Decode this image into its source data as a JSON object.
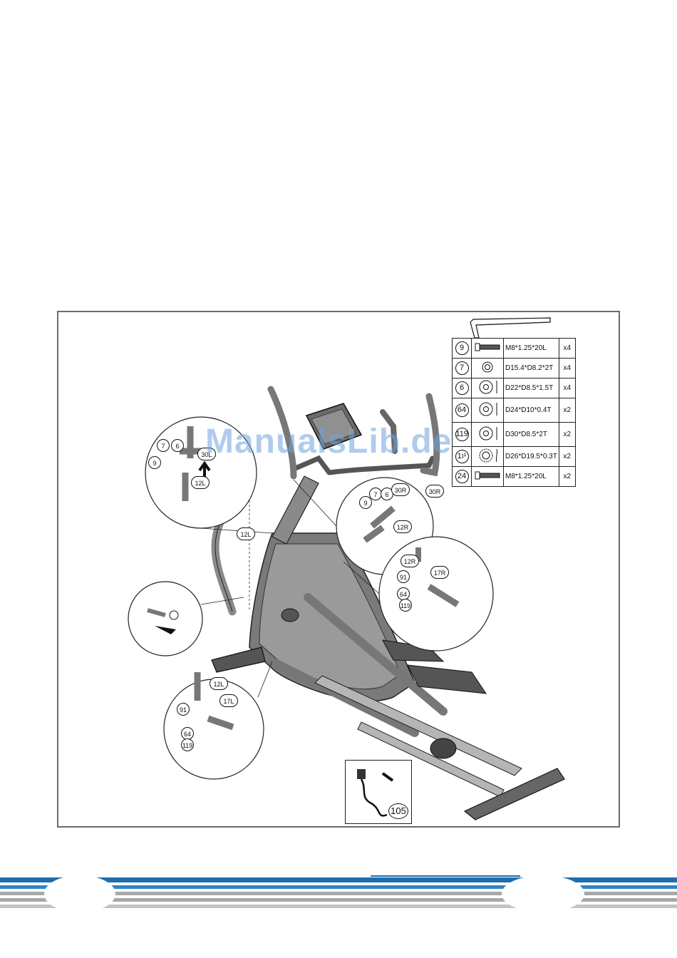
{
  "watermark": "ManualsLib.de",
  "parts_table": [
    {
      "num": "9",
      "icon": "bolt-icon",
      "spec": "M8*1.25*20L",
      "qty": "x4"
    },
    {
      "num": "7",
      "icon": "spring-washer-icon",
      "spec": "D15.4*D8.2*2T",
      "qty": "x4"
    },
    {
      "num": "6",
      "icon": "flat-washer-icon",
      "spec": "D22*D8.5*1.5T",
      "qty": "x4"
    },
    {
      "num": "64",
      "icon": "flat-washer-icon",
      "spec": "D24*D10*0.4T",
      "qty": "x2"
    },
    {
      "num": "119",
      "icon": "flat-washer-icon",
      "spec": "D30*D8.5*2T",
      "qty": "x2"
    },
    {
      "num": "1ı¹",
      "icon": "wave-washer-icon",
      "spec": "D26*D19.5*0.3T",
      "qty": "x2"
    },
    {
      "num": "24",
      "icon": "bolt-icon",
      "spec": "M8*1.25*20L",
      "qty": "x2"
    }
  ],
  "callouts": {
    "c7": "7",
    "c6": "6",
    "c9": "9",
    "c30L": "30L",
    "c12L": "12L",
    "c12L_main": "12L",
    "r9": "9",
    "r7": "7",
    "r6": "6",
    "r30R": "30R",
    "r12R": "12R",
    "c30R_main": "30R",
    "d12R": "12R",
    "d91": "91",
    "d17R": "17R",
    "d64": "64",
    "d119": "119",
    "l12L": "12L",
    "l91": "91",
    "l17L": "17L",
    "l64": "64",
    "l119": "119"
  },
  "adapter_label": "105",
  "colors": {
    "frame": "#6b6b6b",
    "stripe_blue": "#1e6db0",
    "stripe_grey": "#a8a8a8",
    "watermark": "#6ea3df"
  }
}
